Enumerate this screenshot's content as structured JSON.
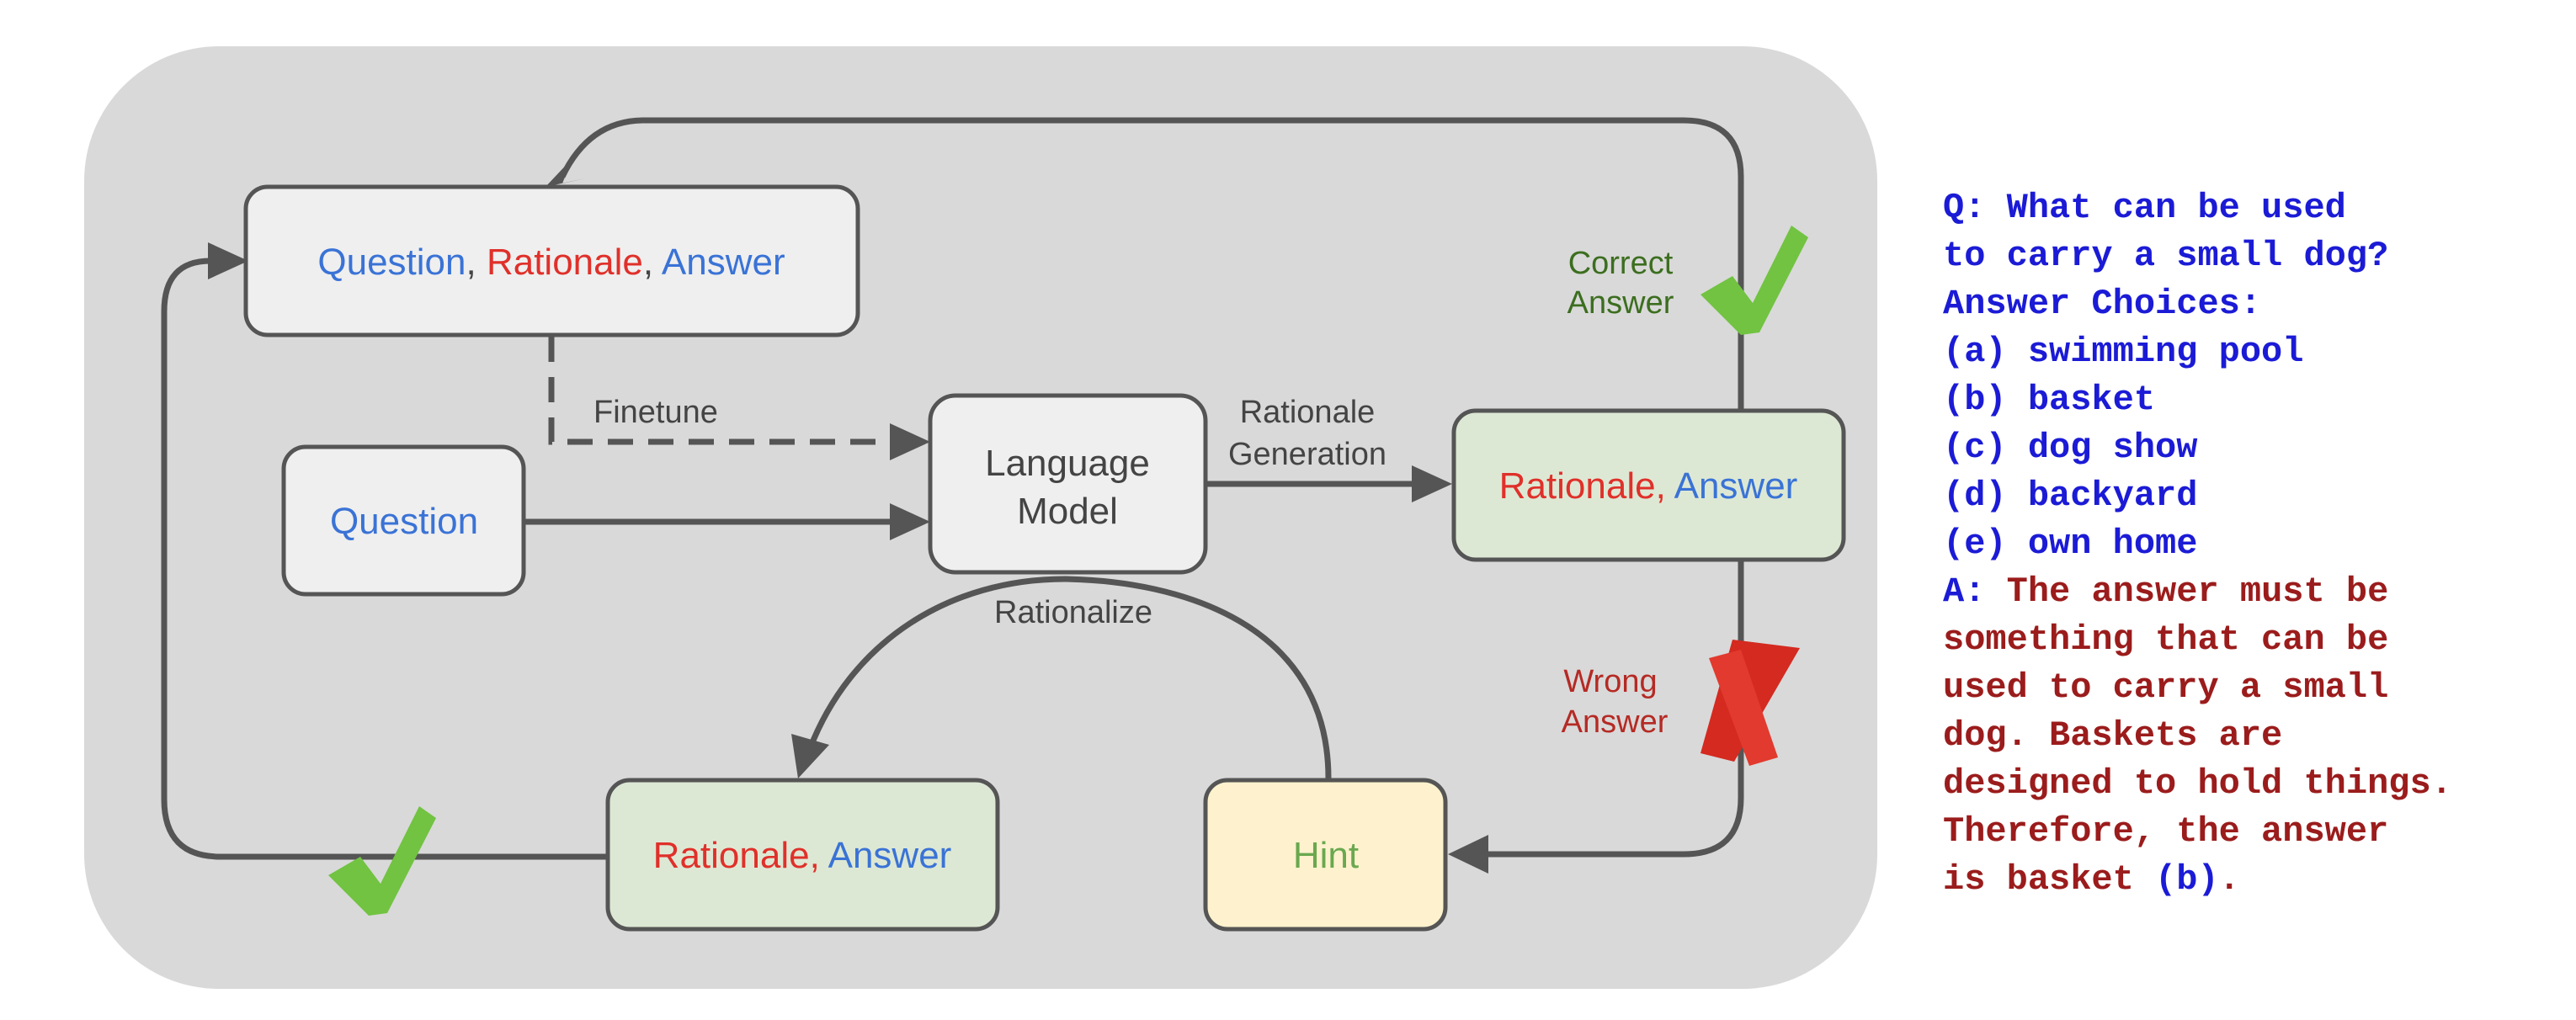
{
  "colors": {
    "panel_bg": "#d9d9d9",
    "box_grey": "#efefef",
    "box_green": "#dde8d4",
    "box_yellow": "#fdf2cd",
    "stroke": "#555555",
    "blue_text": "#3a73d6",
    "red_text": "#e0302a",
    "green_text": "#6aa84f",
    "correct_label": "#3c6e1f",
    "wrong_label": "#b52a24",
    "check_green": "#71c341",
    "cross_red": "#d42a20",
    "qa_blue": "#1b1bd6",
    "qa_red": "#9b1c1c"
  },
  "nodes": {
    "qra": {
      "question": "Question",
      "sep1": ", ",
      "rationale": "Rationale",
      "sep2": ", ",
      "answer": "Answer"
    },
    "question": {
      "label": "Question"
    },
    "language_model": {
      "line1": "Language",
      "line2": "Model"
    },
    "rationale_answer_right": {
      "rationale": "Rationale,",
      "answer": "Answer"
    },
    "rationale_answer_bottom": {
      "rationale": "Rationale,",
      "answer": "Answer"
    },
    "hint": {
      "label": "Hint"
    }
  },
  "edges": {
    "finetune": "Finetune",
    "rationale_generation_line1": "Rationale",
    "rationale_generation_line2": "Generation",
    "rationalize": "Rationalize",
    "correct_answer_line1": "Correct",
    "correct_answer_line2": "Answer",
    "wrong_answer_line1": "Wrong",
    "wrong_answer_line2": "Answer"
  },
  "example": {
    "question_lines": [
      "Q: What can be used",
      "to carry a small dog?",
      "Answer Choices:",
      "(a) swimming pool",
      "(b) basket",
      "(c) dog show",
      "(d) backyard",
      "(e) own home"
    ],
    "answer_prefix": "A:",
    "answer_line1_rest": " The answer must be",
    "answer_lines": [
      "something that can be",
      "used to carry a small",
      "dog. Baskets are",
      "designed to hold things.",
      "Therefore, the answer"
    ],
    "answer_last_start": "is basket ",
    "answer_last_choice": "(b)",
    "answer_last_end": "."
  }
}
